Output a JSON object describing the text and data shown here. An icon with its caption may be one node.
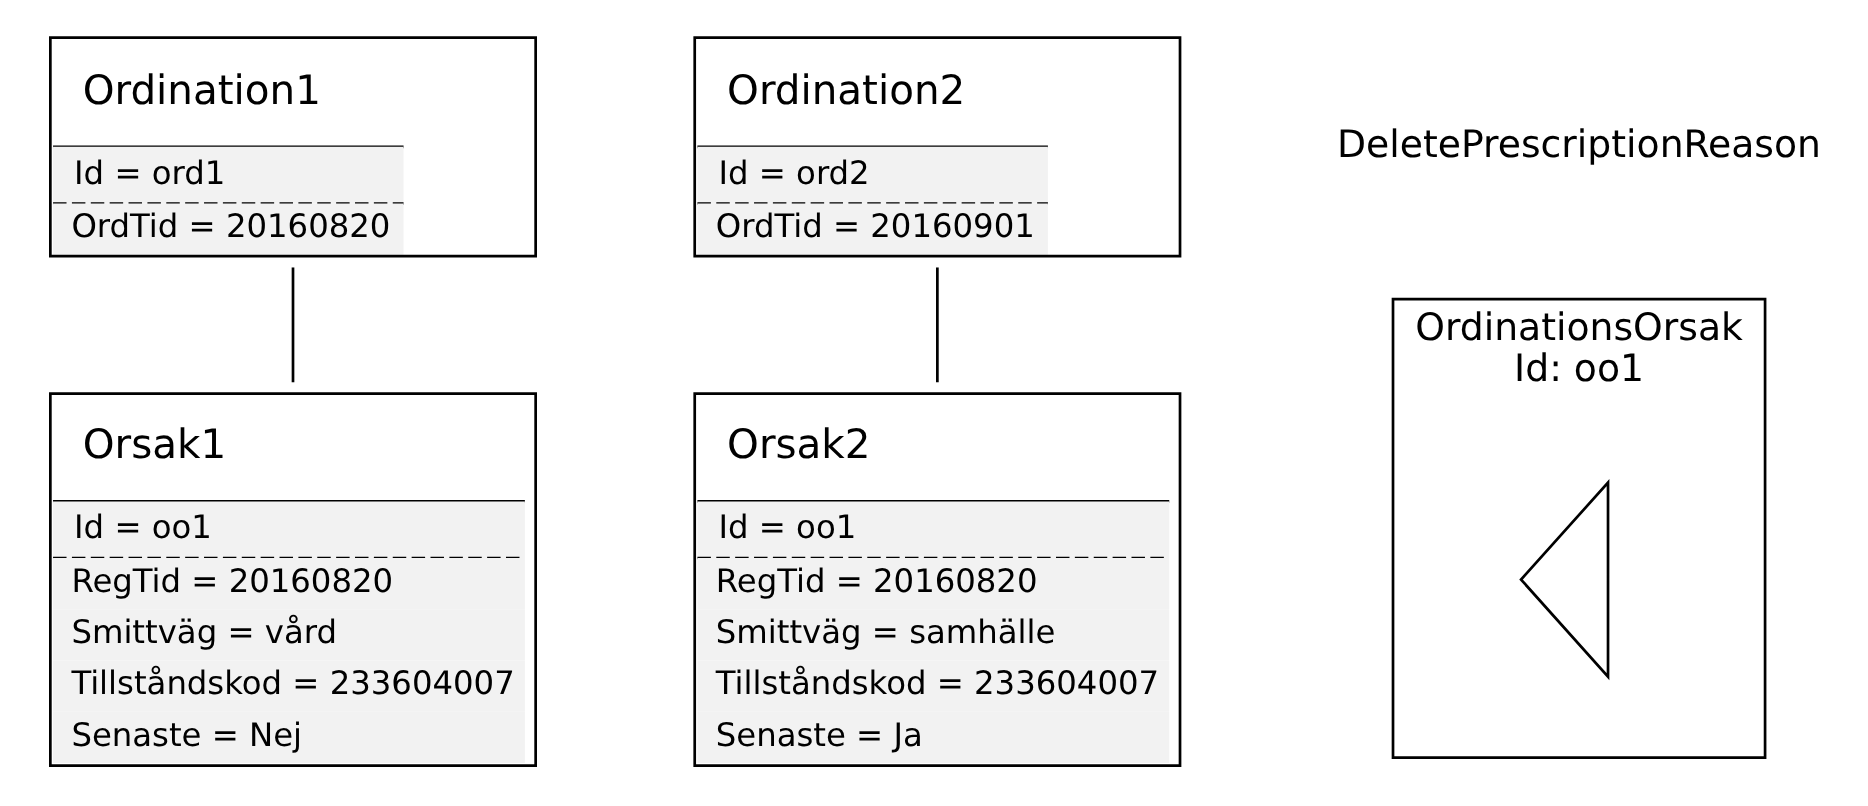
{
  "diagram": {
    "nodes": [
      {
        "text": [
          "Ordination1",
          "Id = ord1",
          "OrdTid = 20160820"
        ]
      },
      {
        "text": [
          "Orsak1",
          "Id = oo1",
          "RegTid = 20160820",
          "Smittväg = vård",
          "Tillståndskod = 233604007",
          "Senaste = Nej"
        ]
      },
      {
        "text": [
          "Ordination2",
          "Id = ord2",
          "OrdTid = 20160901"
        ]
      },
      {
        "text": [
          "Orsak2",
          "Id = oo1",
          "RegTid = 20160820",
          "Smittväg = samhälle",
          "Tillståndskod = 233604007",
          "Senaste = Ja"
        ]
      },
      {
        "text": [
          "OrdinationsOrsak",
          "Id: oo1"
        ]
      },
      {
        "text": [],
        "shape": "chevron",
        "in": 4
      }
    ],
    "edges": [
      {
        "from": 0,
        "to": 1,
        "arrow": "none"
      },
      {
        "from": 2,
        "to": 3,
        "arrow": "none"
      }
    ],
    "labels": [
      "DeletePrescriptionReason"
    ]
  }
}
